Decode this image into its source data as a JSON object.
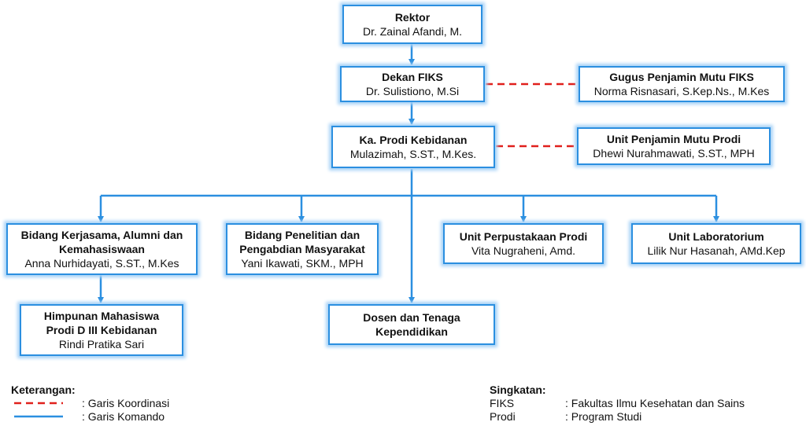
{
  "nodes": {
    "rektor": {
      "title": "Rektor",
      "name": "Dr. Zainal Afandi, M."
    },
    "dekan": {
      "title": "Dekan FIKS",
      "name": "Dr. Sulistiono, M.Si"
    },
    "gugus": {
      "title": "Gugus Penjamin Mutu FIKS",
      "name": "Norma Risnasari, S.Kep.Ns., M.Kes"
    },
    "kaprodi": {
      "title": "Ka. Prodi Kebidanan",
      "name": "Mulazimah, S.ST., M.Kes."
    },
    "upm": {
      "title": "Unit Penjamin Mutu Prodi",
      "name": "Dhewi Nurahmawati, S.ST., MPH"
    },
    "kerjasama": {
      "title_line1": "Bidang Kerjasama, Alumni dan",
      "title_line2": "Kemahasiswaan",
      "name": "Anna Nurhidayati, S.ST., M.Kes"
    },
    "penelitian": {
      "title_line1": "Bidang Penelitian dan",
      "title_line2": "Pengabdian Masyarakat",
      "name": "Yani Ikawati, SKM., MPH"
    },
    "perpustakaan": {
      "title": "Unit Perpustakaan Prodi",
      "name": "Vita Nugraheni, Amd."
    },
    "laboratorium": {
      "title": "Unit Laboratorium",
      "name": "Lilik Nur Hasanah, AMd.Kep"
    },
    "himpunan": {
      "title_line1": "Himpunan Mahasiswa",
      "title_line2": "Prodi D III Kebidanan",
      "name": "Rindi Pratika Sari"
    },
    "dosen": {
      "title_line1": "Dosen dan Tenaga",
      "title_line2": "Kependidikan"
    }
  },
  "legend": {
    "heading": "Keterangan:",
    "coordination": ": Garis Koordinasi",
    "command": ": Garis Komando",
    "coordination_color": "#e0201c",
    "command_color": "#2b8fe0"
  },
  "abbreviations": {
    "heading": "Singkatan:",
    "items": [
      {
        "key": "FIKS",
        "value": ": Fakultas Ilmu Kesehatan dan Sains"
      },
      {
        "key": "Prodi",
        "value": ": Program Studi"
      }
    ]
  }
}
